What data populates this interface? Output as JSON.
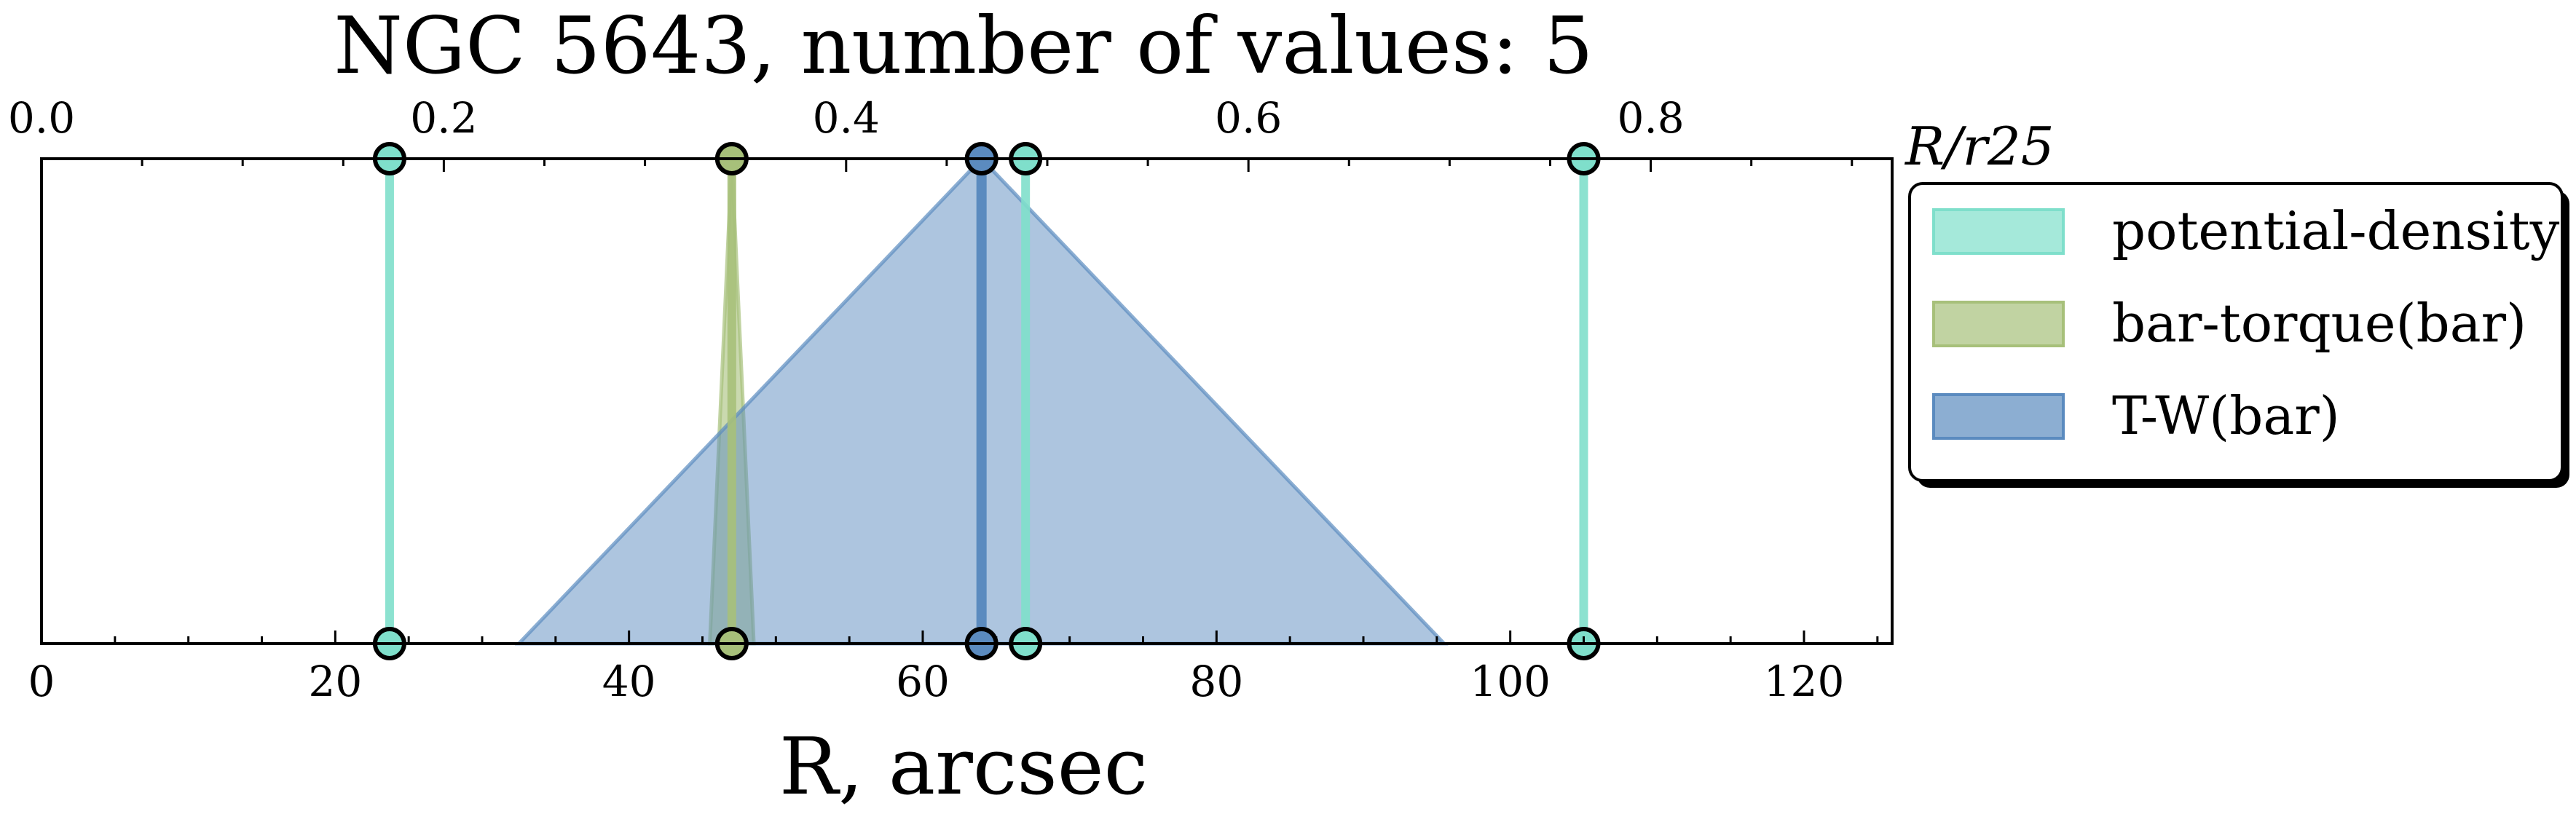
{
  "chart_data": {
    "type": "scatter",
    "title": "NGC 5643, number of values: 5",
    "xlabel": "R, arcsec",
    "xlabel_top": "R/r25",
    "xlim": [
      0,
      126
    ],
    "xticks": [
      0,
      20,
      40,
      60,
      80,
      100,
      120
    ],
    "x_top_lim": [
      0.0,
      0.92
    ],
    "x_top_ticks": [
      0.0,
      0.2,
      0.4,
      0.6,
      0.8
    ],
    "grid": false,
    "legend_position": "right",
    "series": [
      {
        "name": "potential-density",
        "color": "#7fdfcb",
        "values": [
          23.7,
          67.0,
          105.0
        ]
      },
      {
        "name": "bar-torque(bar)",
        "color": "#a7c07a",
        "values": [
          47.0
        ],
        "range": [
          45.5,
          48.5
        ]
      },
      {
        "name": "T-W(bar)",
        "color": "#5b8bbf",
        "values": [
          64.0
        ],
        "range": [
          32.5,
          95.5
        ]
      }
    ]
  }
}
